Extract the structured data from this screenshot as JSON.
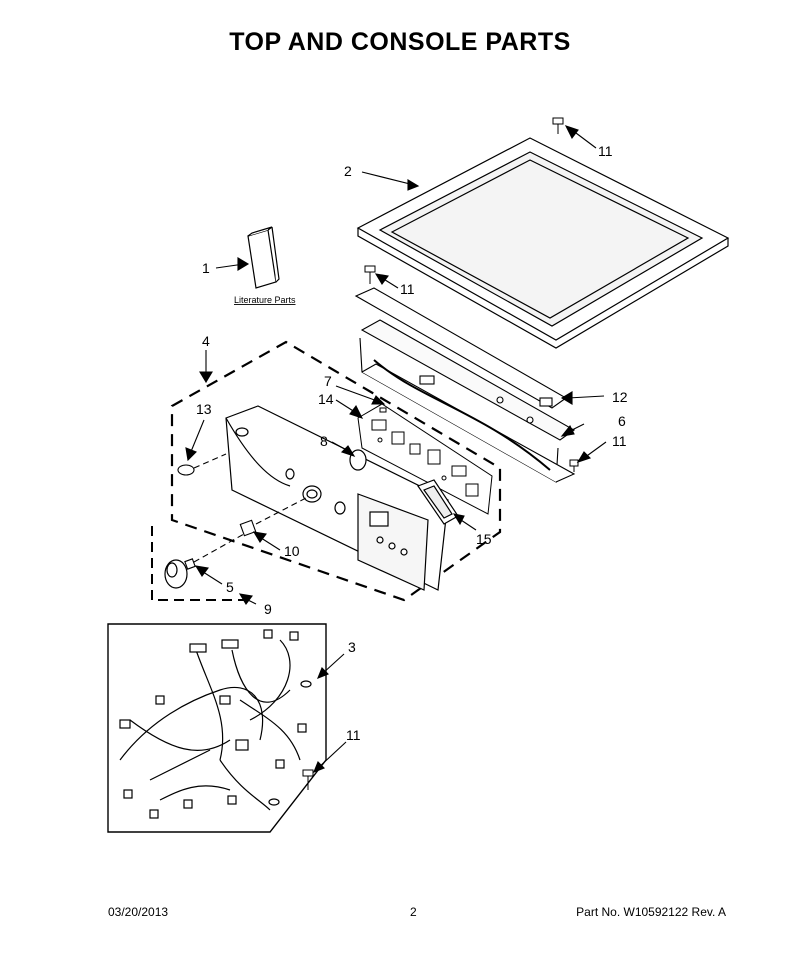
{
  "title": "TOP AND CONSOLE PARTS",
  "literature_label": "Literature Parts",
  "callouts": {
    "c1": "1",
    "c2": "2",
    "c3": "3",
    "c4": "4",
    "c5": "5",
    "c6": "6",
    "c7": "7",
    "c8": "8",
    "c9": "9",
    "c10": "10",
    "c11a": "11",
    "c11b": "11",
    "c11c": "11",
    "c11d": "11",
    "c12": "12",
    "c13": "13",
    "c14": "14",
    "c15": "15"
  },
  "footer": {
    "date": "03/20/2013",
    "page": "2",
    "part": "Part No.  W10592122  Rev.  A"
  }
}
